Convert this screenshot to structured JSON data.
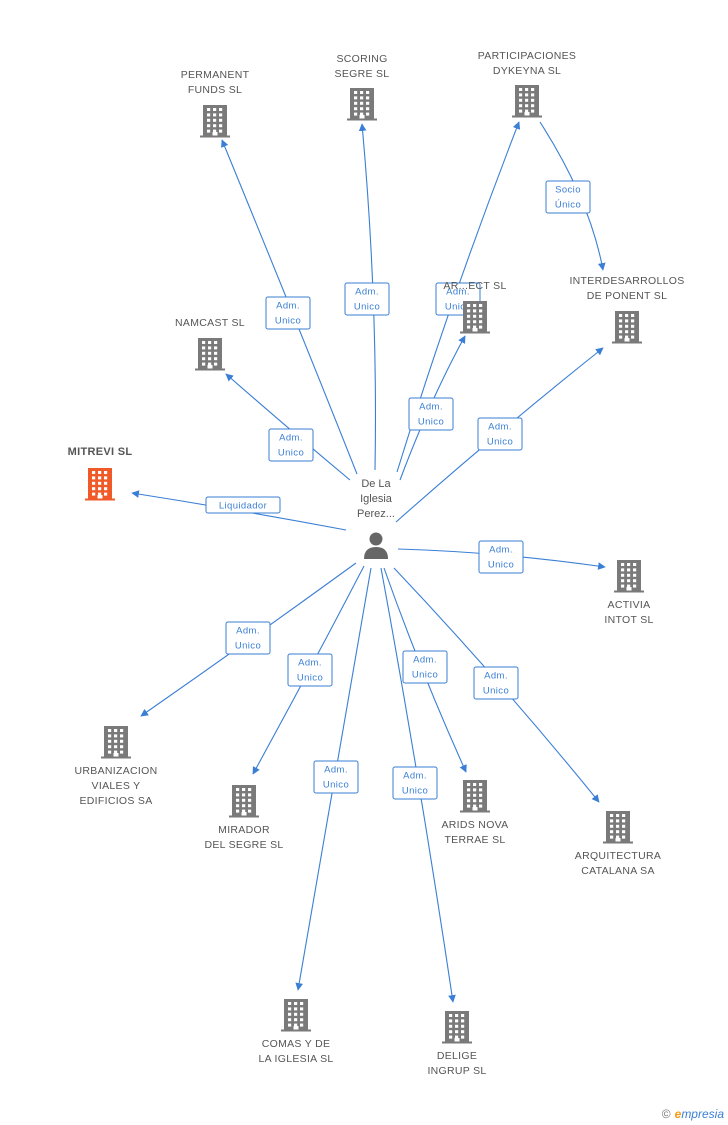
{
  "colors": {
    "edge": "#3a7fd5",
    "company": "#7a7a7a",
    "focus": "#f05a28",
    "person": "#666666"
  },
  "person": {
    "label_lines": [
      "De La",
      "Iglesia",
      "Perez..."
    ],
    "icon": "person-icon"
  },
  "focus_company": {
    "id": "mitrevi",
    "label_lines": [
      "MITREVI SL"
    ]
  },
  "companies": [
    {
      "id": "permanent",
      "label_lines": [
        "PERMANENT",
        "FUNDS SL"
      ]
    },
    {
      "id": "scoring",
      "label_lines": [
        "SCORING",
        "SEGRE SL"
      ]
    },
    {
      "id": "participaciones",
      "label_lines": [
        "PARTICIPACIONES",
        "DYKEYNA SL"
      ]
    },
    {
      "id": "interdesarrollos",
      "label_lines": [
        "INTERDESARROLLOS",
        "DE PONENT SL"
      ]
    },
    {
      "id": "namcast",
      "label_lines": [
        "NAMCAST SL"
      ]
    },
    {
      "id": "arqlect",
      "label_lines": [
        "AR...ECT SL"
      ]
    },
    {
      "id": "activia",
      "label_lines": [
        "ACTIVIA",
        "INTOT SL"
      ]
    },
    {
      "id": "urbanizacion",
      "label_lines": [
        "URBANIZACION",
        "VIALES Y",
        "EDIFICIOS SA"
      ]
    },
    {
      "id": "mirador",
      "label_lines": [
        "MIRADOR",
        "DEL SEGRE SL"
      ]
    },
    {
      "id": "arids",
      "label_lines": [
        "ARIDS NOVA",
        "TERRAE SL"
      ]
    },
    {
      "id": "arquitectura",
      "label_lines": [
        "ARQUITECTURA",
        "CATALANA SA"
      ]
    },
    {
      "id": "comas",
      "label_lines": [
        "COMAS Y DE",
        "LA IGLESIA SL"
      ]
    },
    {
      "id": "delige",
      "label_lines": [
        "DELIGE",
        "INGRUP SL"
      ]
    }
  ],
  "edges": [
    {
      "from": "person",
      "to": "permanent",
      "label_lines": [
        "Adm.",
        "Unico"
      ]
    },
    {
      "from": "person",
      "to": "scoring",
      "label_lines": [
        "Adm.",
        "Unico"
      ]
    },
    {
      "from": "person",
      "to": "participaciones",
      "label_lines": [
        "Adm.",
        "Unico"
      ]
    },
    {
      "from": "participaciones",
      "to": "interdesarrollos",
      "label_lines": [
        "Socio",
        "Único"
      ]
    },
    {
      "from": "person",
      "to": "arqlect",
      "label_lines": [
        "Adm.",
        "Unico"
      ]
    },
    {
      "from": "person",
      "to": "interdesarrollos",
      "label_lines": [
        "Adm.",
        "Unico"
      ]
    },
    {
      "from": "person",
      "to": "namcast",
      "label_lines": [
        "Adm.",
        "Unico"
      ]
    },
    {
      "from": "person",
      "to": "mitrevi",
      "label_lines": [
        "Liquidador"
      ]
    },
    {
      "from": "person",
      "to": "activia",
      "label_lines": [
        "Adm.",
        "Unico"
      ]
    },
    {
      "from": "person",
      "to": "urbanizacion",
      "label_lines": [
        "Adm.",
        "Unico"
      ]
    },
    {
      "from": "person",
      "to": "mirador",
      "label_lines": [
        "Adm.",
        "Unico"
      ]
    },
    {
      "from": "person",
      "to": "arids",
      "label_lines": [
        "Adm.",
        "Unico"
      ]
    },
    {
      "from": "person",
      "to": "arquitectura",
      "label_lines": [
        "Adm.",
        "Unico"
      ]
    },
    {
      "from": "person",
      "to": "comas",
      "label_lines": [
        "Adm.",
        "Unico"
      ]
    },
    {
      "from": "person",
      "to": "delige",
      "label_lines": [
        "Adm.",
        "Unico"
      ]
    }
  ],
  "footer": {
    "copyright": "©",
    "brand_initial": "e",
    "brand_rest": "mpresia"
  }
}
